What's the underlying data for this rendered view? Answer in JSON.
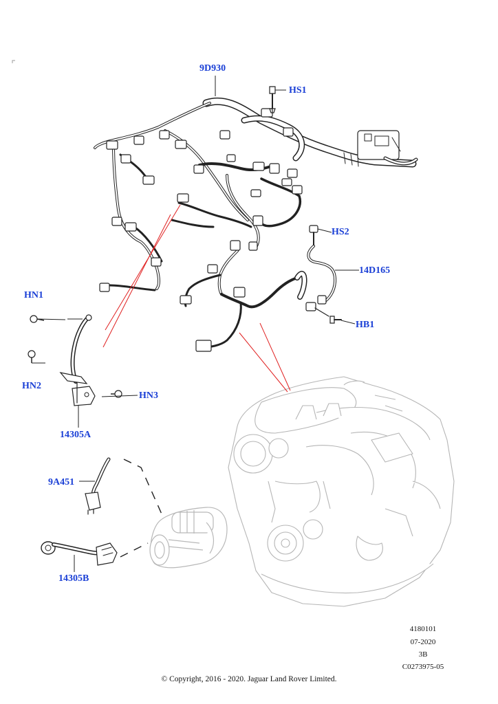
{
  "callouts": {
    "harness_main": "9D930",
    "hs1": "HS1",
    "hs2": "HS2",
    "harness_14d165": "14D165",
    "hb1": "HB1",
    "hn1": "HN1",
    "hn2": "HN2",
    "hn3": "HN3",
    "harness_14305a": "14305A",
    "harness_9a451": "9A451",
    "harness_14305b": "14305B"
  },
  "meta": {
    "ref_number": "4180101",
    "date": "07-2020",
    "revision": "3B",
    "image_code": "C0273975-05"
  },
  "copyright": "© Copyright, 2016 - 2020. Jaguar Land Rover Limited.",
  "colors": {
    "callout": "#1a3fd6",
    "leader_red": "#e02020",
    "line_art": "#222222"
  }
}
